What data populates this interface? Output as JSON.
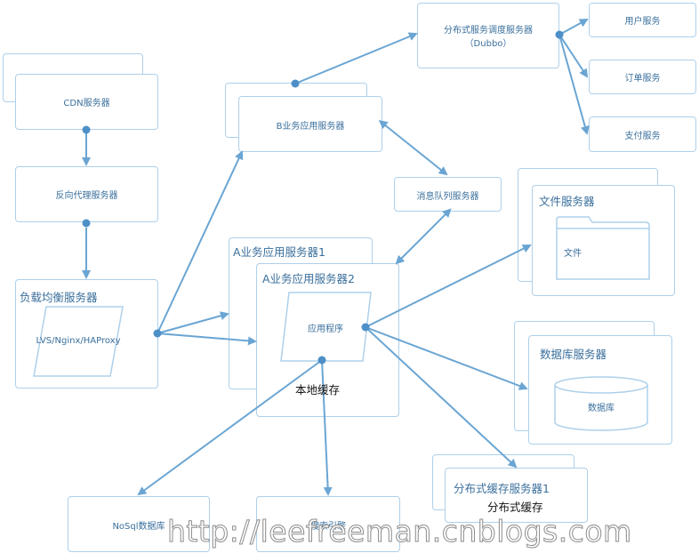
{
  "diagram": {
    "cdn": "CDN服务器",
    "reverse_proxy": "反向代理服务器",
    "load_balancer": "负载均衡服务器",
    "lb_software": "LVS/Nginx/HAProxy",
    "b_app": "B业务应用服务器",
    "a_app1": "A业务应用服务器1",
    "a_app2": "A业务应用服务器2",
    "app_program": "应用程序",
    "local_cache": "本地缓存",
    "dubbo_line1": "分布式服务调度服务器",
    "dubbo_line2": "（Dubbo）",
    "user_service": "用户服务",
    "order_service": "订单服务",
    "pay_service": "支付服务",
    "mq": "消息队列服务器",
    "file_server": "文件服务器",
    "file": "文件",
    "db_server": "数据库服务器",
    "db": "数据库",
    "dist_cache_server": "分布式缓存服务器1",
    "dist_cache": "分布式缓存",
    "nosql": "NoSql数据库",
    "search": "搜索引擎"
  },
  "watermark": "http://leefreeman.cnblogs.com",
  "colors": {
    "border": "#aed0ea",
    "arrow": "#6aa5d3",
    "label": "#3a6f9c"
  }
}
